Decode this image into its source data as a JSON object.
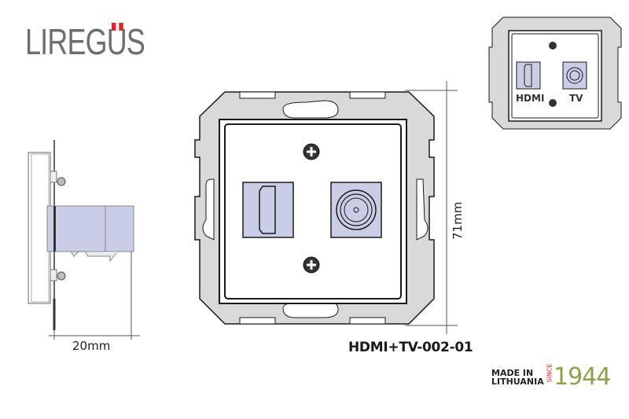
{
  "brand": {
    "logo_prefix": "LIREG",
    "logo_u": "U",
    "logo_suffix": "S",
    "accent_color": "#d7282f",
    "logo_color": "#6d6e71"
  },
  "product": {
    "code": "HDMI+TV-002-01"
  },
  "dimensions": {
    "depth": "20mm",
    "height": "71mm"
  },
  "preview": {
    "port_labels": [
      "HDMI",
      "TV"
    ]
  },
  "footer": {
    "made_in_line1": "MADE IN",
    "made_in_line2": "LITHUANIA",
    "since": "SINCE",
    "year": "1944",
    "year_color": "#8ca14b"
  },
  "colors": {
    "frame_gray": "#d9d9d9",
    "port_blue": "#c9cde6",
    "outline": "#1a1a1a"
  }
}
